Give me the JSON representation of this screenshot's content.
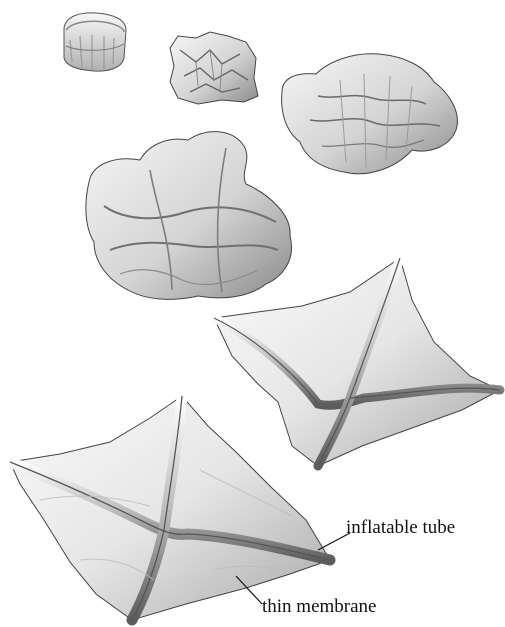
{
  "figure": {
    "description_sequence": [
      "stage-1-folded-cylinder",
      "stage-2-crumpled",
      "stage-3-partially-unfolded",
      "stage-4-opening",
      "stage-5-nearly-flat-square",
      "stage-6-fully-deployed-square"
    ],
    "annotations": {
      "tube_label": "inflatable tube",
      "membrane_label": "thin membrane"
    },
    "colors": {
      "surface_light": "#f4f4f4",
      "surface_mid": "#c8c8c8",
      "surface_dark": "#6e6e6e",
      "outline": "#3a3a3a",
      "leader_line": "#111111"
    }
  }
}
